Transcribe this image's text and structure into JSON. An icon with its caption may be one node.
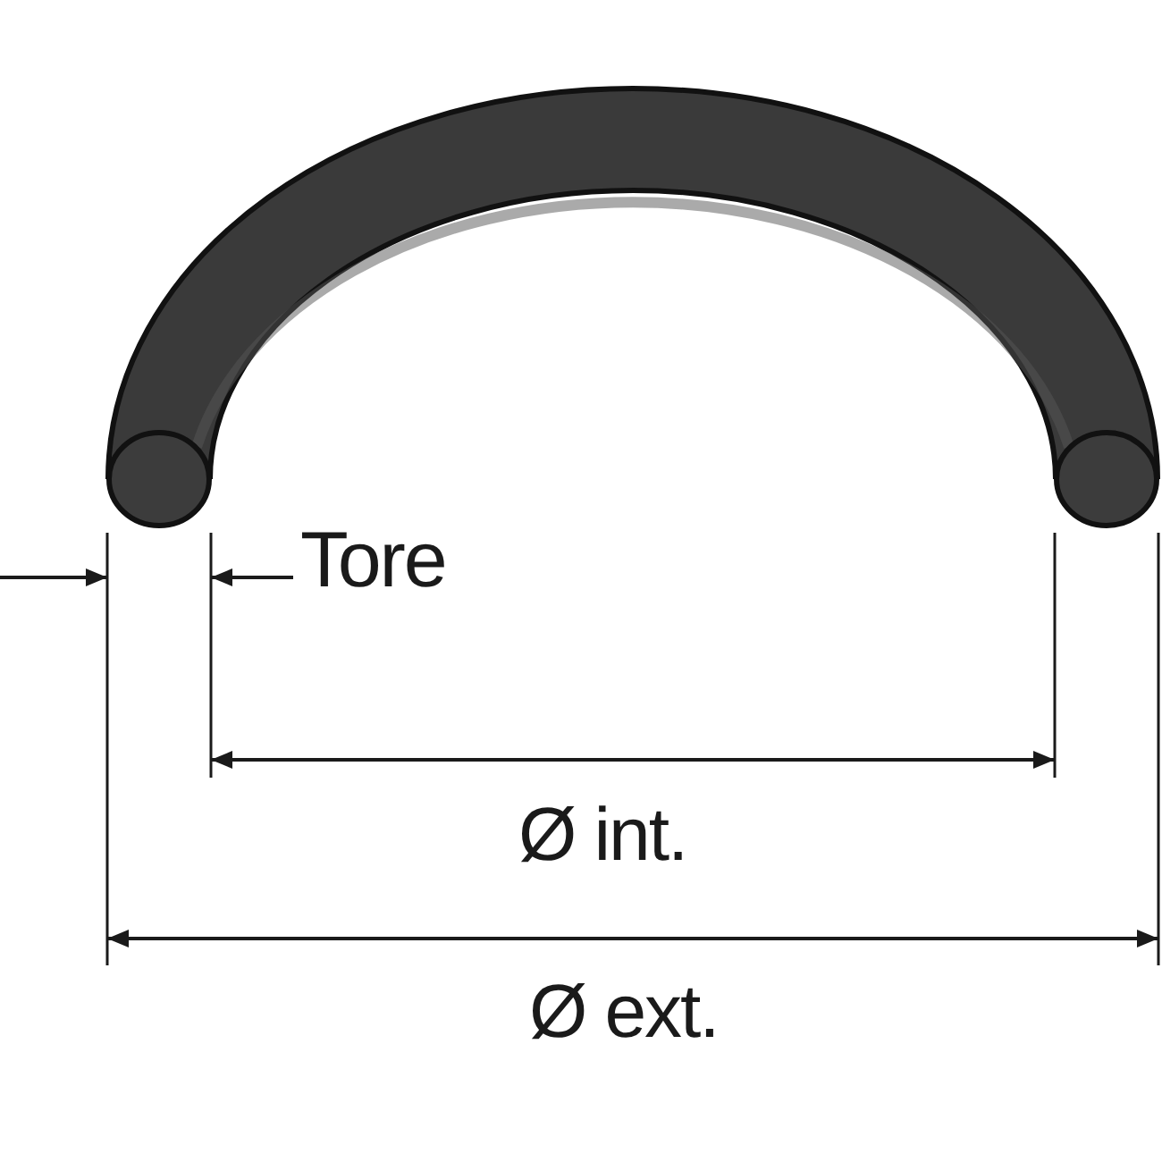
{
  "diagram": {
    "labels": [
      "Tore",
      "Ø int.",
      "Ø ext."
    ]
  }
}
